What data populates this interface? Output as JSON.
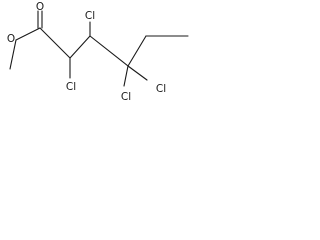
{
  "molecule": {
    "atoms": {
      "carbonyl_oxygen": "O",
      "ester_oxygen": "O",
      "cl_c2": "Cl",
      "cl_c3": "Cl",
      "cl_c4_left": "Cl",
      "cl_c4_right": "Cl"
    }
  }
}
